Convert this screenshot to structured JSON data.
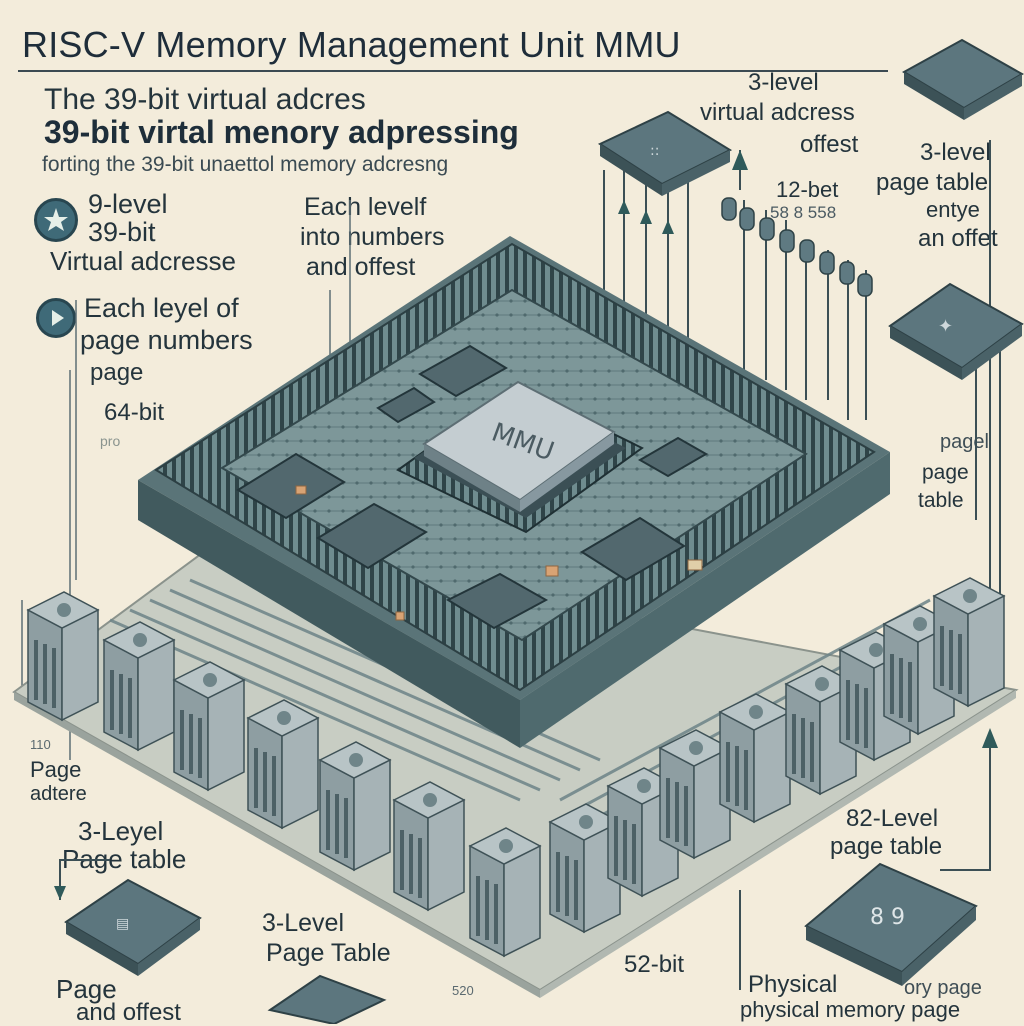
{
  "title": "RISC-V Memory Management Unit MMU",
  "subtitle_lines": [
    "The 39-bit virtual adcres",
    "39-bit virtal menory adpressing",
    "forting the 39-bit unaettol memory adcresng"
  ],
  "left_labels": {
    "levels_block": [
      "9-level",
      "39-bit",
      "Virtual adcresse"
    ],
    "each_level_block": [
      "Each leyel of",
      "page numbers",
      "page"
    ],
    "bits64": "64-bit",
    "small_pro": "pro",
    "page_addr": [
      "110",
      "Page",
      "adtere"
    ],
    "three_level_left": [
      "3-Leyel",
      "Page table"
    ],
    "page_number_offset": [
      "Page",
      "and offest"
    ]
  },
  "center_labels": {
    "each_level_center": [
      "Each levelf",
      "into numbers",
      "and offest"
    ],
    "mmu_chip": "MMU",
    "three_level_bottom": [
      "3-Level",
      "Page Table"
    ],
    "bits52": "52-bit",
    "small_520": "520"
  },
  "right_labels": {
    "top_center": [
      "3-level",
      "virtual adcress",
      "offest"
    ],
    "bits12": "12-bet",
    "small_nums": "58 8 558",
    "page_entry": [
      "3-level",
      "page table",
      "entye",
      "an offet"
    ],
    "page_table_right": [
      "pagel",
      "page",
      "table"
    ],
    "level82": [
      "82-Level",
      "page table"
    ],
    "physical": [
      "Physical",
      "physical memory page"
    ],
    "ory_pag": "ory page"
  },
  "colors": {
    "background": "#f3ecdb",
    "board": "#6f8c8f",
    "board_dark": "#3e5559",
    "chip": "#5f7a82",
    "chip_top": "#8fa3a9",
    "mmu_top": "#c4cdd1",
    "module": "#8e9ea2",
    "text": "#24343c"
  },
  "icons": [
    "star-circle-icon",
    "play-circle-icon",
    "arrow-up-icon"
  ]
}
